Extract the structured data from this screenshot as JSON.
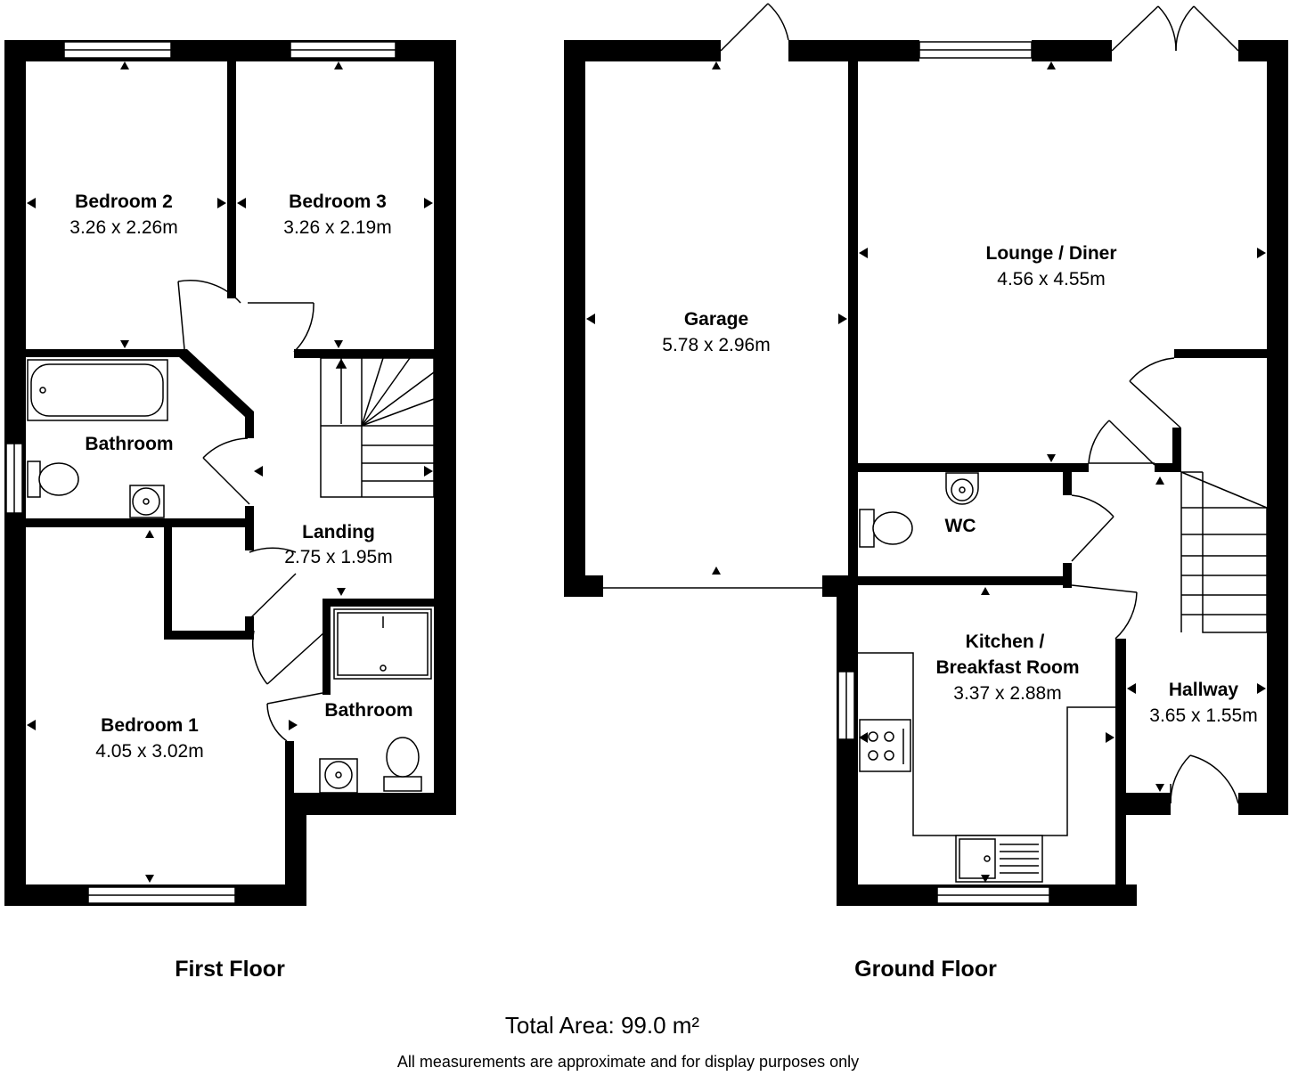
{
  "floors": [
    {
      "label": "First Floor",
      "rooms": [
        {
          "name": "Bedroom 2",
          "dimensions": "3.26 x 2.26m"
        },
        {
          "name": "Bedroom 3",
          "dimensions": "3.26 x 2.19m"
        },
        {
          "name": "Bathroom",
          "dimensions": ""
        },
        {
          "name": "Landing",
          "dimensions": "2.75 x 1.95m"
        },
        {
          "name": "Bedroom 1",
          "dimensions": "4.05 x 3.02m"
        },
        {
          "name": "Bathroom",
          "dimensions": ""
        }
      ]
    },
    {
      "label": "Ground Floor",
      "rooms": [
        {
          "name": "Garage",
          "dimensions": "5.78 x 2.96m"
        },
        {
          "name": "Lounge / Diner",
          "dimensions": "4.56 x 4.55m"
        },
        {
          "name": "WC",
          "dimensions": ""
        },
        {
          "name": "Kitchen /",
          "name_line2": "Breakfast Room",
          "dimensions": "3.37 x 2.88m"
        },
        {
          "name": "Hallway",
          "dimensions": "3.65 x 1.55m"
        }
      ]
    }
  ],
  "total_area": "Total Area: 99.0 m²",
  "disclaimer": "All measurements are approximate and for display purposes only",
  "colors": {
    "wall": "#000000",
    "background": "#ffffff",
    "fixture_stroke": "#000000"
  }
}
